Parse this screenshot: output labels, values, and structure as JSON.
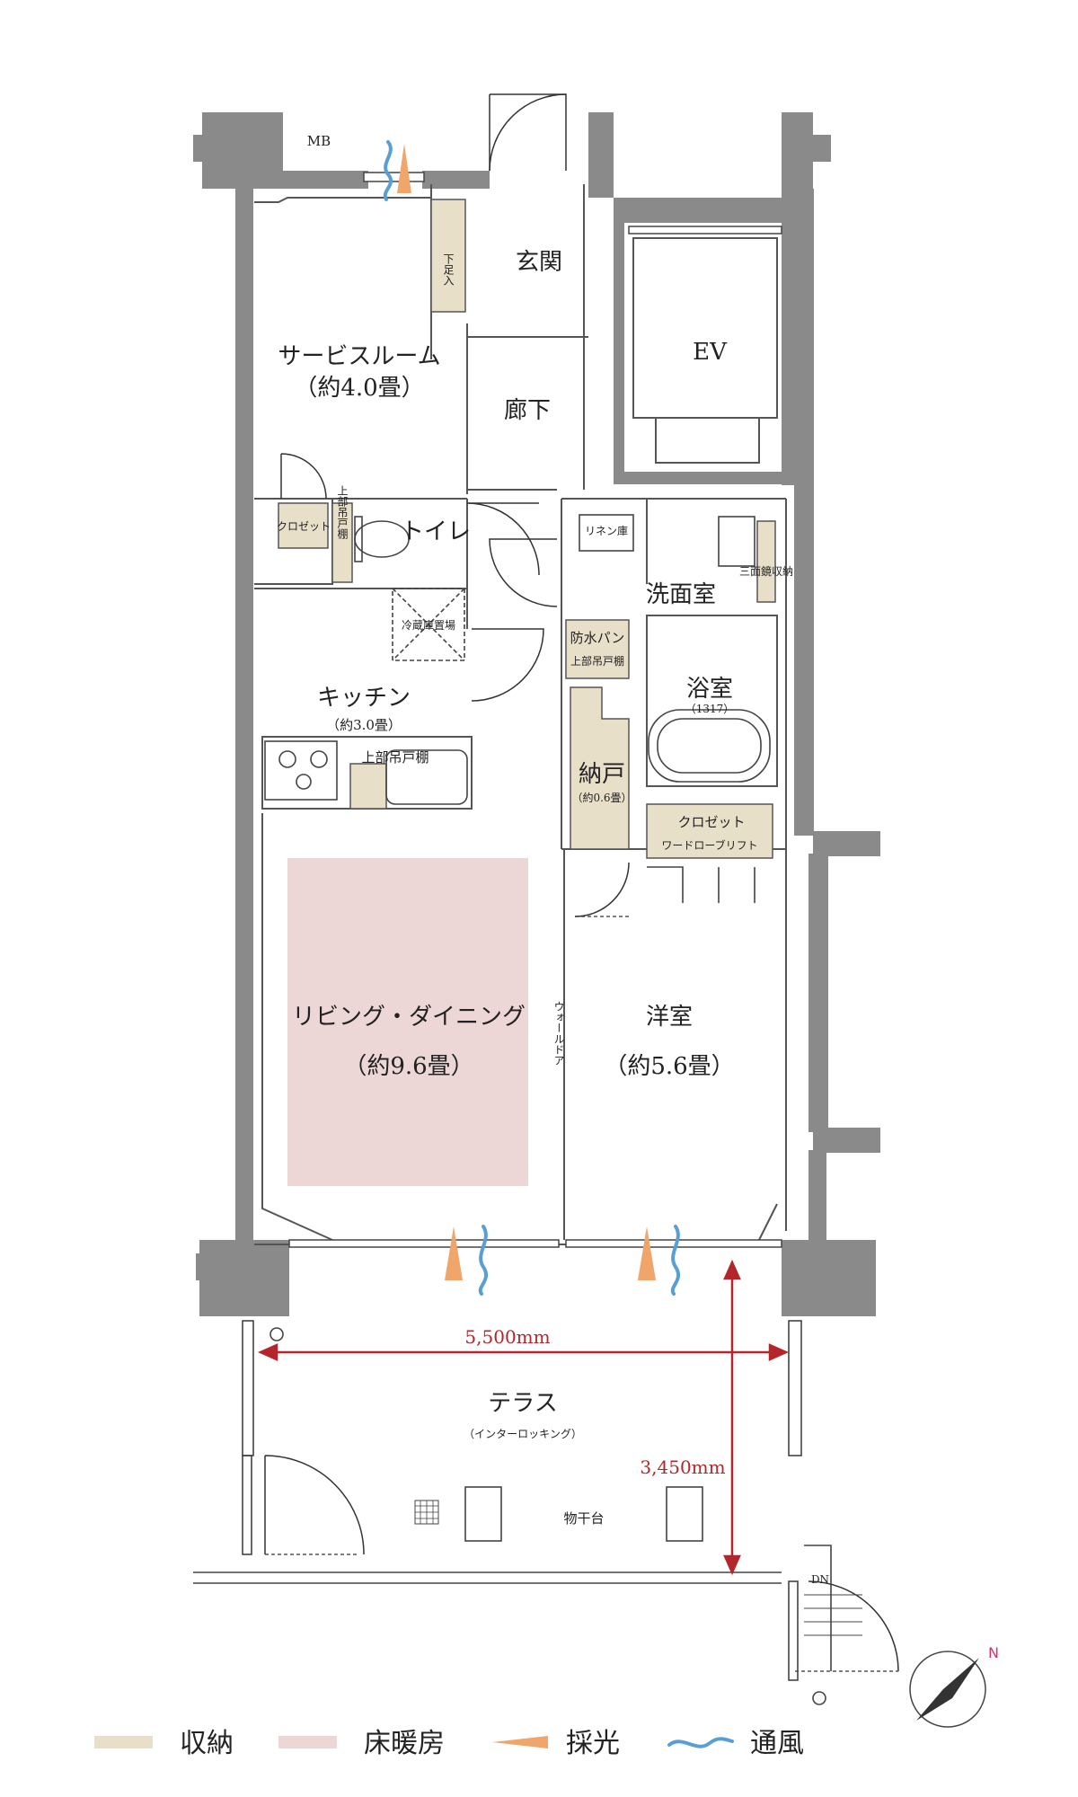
{
  "colors": {
    "wall": "#8a8a8a",
    "storage": "#e8dfc9",
    "floor_heating": "#ecd6d6",
    "light_arrow": "#f0a56a",
    "wind_wave": "#5a9fd4",
    "dimension": "#b3262b"
  },
  "rooms": {
    "mb": "MB",
    "genkan": "玄関",
    "service_room": "サービスルーム",
    "service_room_size": "（約4.0畳）",
    "rouka": "廊下",
    "ev": "EV",
    "toilet": "トイレ",
    "senmen": "洗面室",
    "linen": "リネン庫",
    "mirror_storage": "三面鏡収納",
    "bouzui": "防水パン",
    "jobu_todana_1": "上部吊戸棚",
    "yokushitsu": "浴室",
    "yokushitsu_size": "（1317）",
    "reizouko": "冷蔵庫置場",
    "kitchen": "キッチン",
    "kitchen_size": "（約3.0畳）",
    "jobu_todana_2": "上部吊戸棚",
    "nando": "納戸",
    "nando_size": "（約0.6畳）",
    "closet": "クロゼット",
    "wardrobe_lift": "ワードローブリフト",
    "living": "リビング・ダイニング",
    "living_size": "（約9.6畳）",
    "wall_door": "ウォールドア",
    "youshitsu": "洋室",
    "youshitsu_size": "（約5.6畳）",
    "terrace": "テラス",
    "terrace_sub": "（インターロッキング）",
    "monohoshi": "物干台",
    "dn": "DN",
    "shitabako": "下足入",
    "toilet_todana": "上部吊戸棚",
    "closet_small": "クロゼット"
  },
  "dimensions": {
    "width": "5,500mm",
    "depth": "3,450mm"
  },
  "compass": {
    "north": "N"
  },
  "legend": [
    {
      "label": "収納",
      "swatch": "storage"
    },
    {
      "label": "床暖房",
      "swatch": "floor_heating"
    },
    {
      "label": "採光",
      "swatch": "light"
    },
    {
      "label": "通風",
      "swatch": "wind"
    }
  ]
}
